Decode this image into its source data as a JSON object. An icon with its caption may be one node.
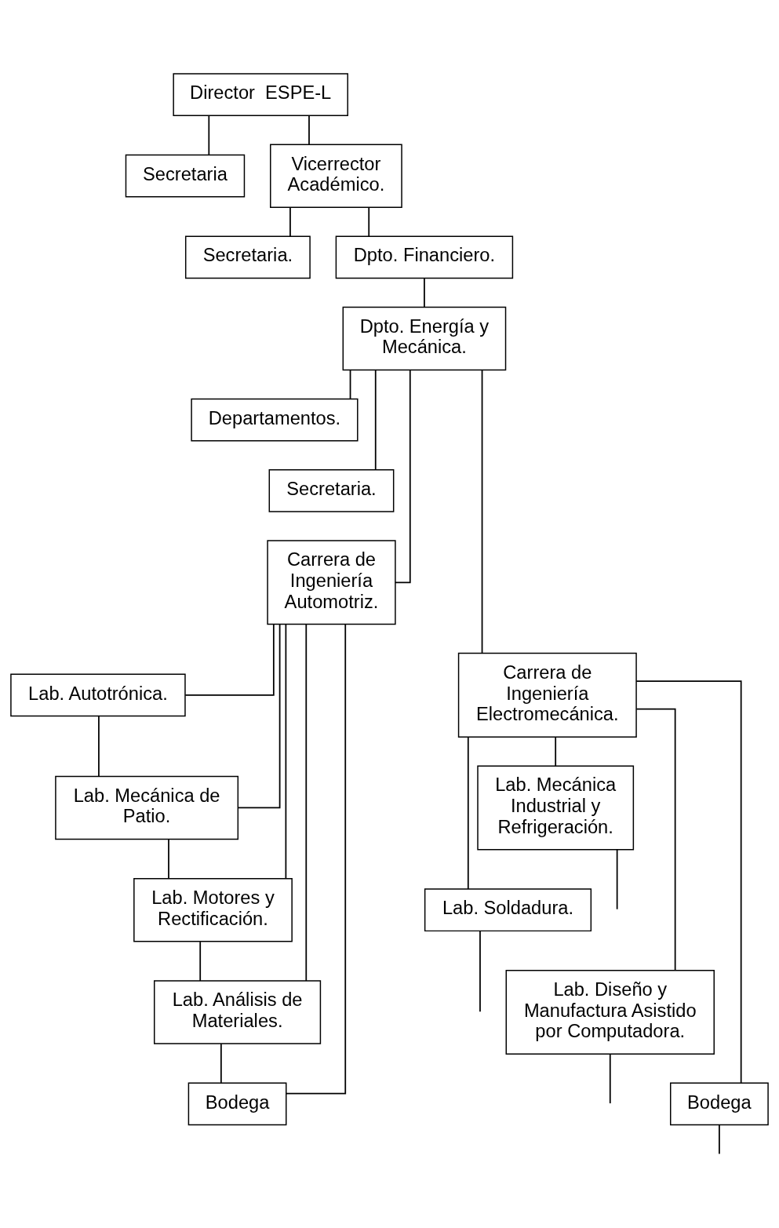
{
  "diagram": {
    "nodes": [
      {
        "text": [
          "Director  ESPE-L"
        ]
      },
      {
        "text": [
          "Secretaria"
        ]
      },
      {
        "text": [
          "Vicerrector  Académico."
        ]
      },
      {
        "text": [
          "Secretaria."
        ]
      },
      {
        "text": [
          "Dpto. Financiero."
        ]
      },
      {
        "text": [
          "Dpto. Energía y Mecánica."
        ]
      },
      {
        "text": [
          "Departamentos."
        ]
      },
      {
        "text": [
          "Secretaria."
        ]
      },
      {
        "text": [
          "Carrera de Ingeniería Automotriz."
        ]
      },
      {
        "text": [
          "Lab. Autotrónica."
        ]
      },
      {
        "text": [
          "Lab. Mecánica de Patio."
        ]
      },
      {
        "text": [
          "Lab. Motores y Rectificación."
        ]
      },
      {
        "text": [
          "Lab. Análisis de Materiales."
        ]
      },
      {
        "text": [
          "Bodega"
        ]
      },
      {
        "text": [
          "Carrera de Ingeniería Electromecánica."
        ]
      },
      {
        "text": [
          "Lab. Mecánica Industrial y Refrigeración."
        ]
      },
      {
        "text": [
          "Lab. Soldadura."
        ]
      },
      {
        "text": [
          "Lab. Diseño y Manufactura Asistido por Computadora."
        ]
      },
      {
        "text": [
          "Bodega"
        ]
      }
    ],
    "edges": [
      {
        "from": 0,
        "to": 1,
        "arrow": "none"
      },
      {
        "from": 0,
        "to": 2,
        "arrow": "none"
      },
      {
        "from": 2,
        "to": 3,
        "arrow": "none"
      },
      {
        "from": 2,
        "to": 4,
        "arrow": "none"
      },
      {
        "from": 4,
        "to": 5,
        "arrow": "none"
      },
      {
        "from": 5,
        "to": 6,
        "arrow": "none"
      },
      {
        "from": 5,
        "to": 7,
        "arrow": "none"
      },
      {
        "from": 5,
        "to": 8,
        "arrow": "none"
      },
      {
        "from": 5,
        "to": 14,
        "arrow": "none"
      },
      {
        "from": 8,
        "to": 9,
        "arrow": "none"
      },
      {
        "from": 8,
        "to": 10,
        "arrow": "none"
      },
      {
        "from": 8,
        "to": 11,
        "arrow": "none"
      },
      {
        "from": 8,
        "to": 12,
        "arrow": "none"
      },
      {
        "from": 8,
        "to": 13,
        "arrow": "none"
      },
      {
        "from": 9,
        "to": 10,
        "arrow": "none"
      },
      {
        "from": 10,
        "to": 11,
        "arrow": "none"
      },
      {
        "from": 11,
        "to": 12,
        "arrow": "none"
      },
      {
        "from": 12,
        "to": 13,
        "arrow": "none"
      },
      {
        "from": 14,
        "to": 15,
        "arrow": "none"
      },
      {
        "from": 14,
        "to": 16,
        "arrow": "none"
      },
      {
        "from": 14,
        "to": 17,
        "arrow": "none"
      },
      {
        "from": 14,
        "to": 18,
        "arrow": "none"
      },
      {
        "from": 15,
        "to": null,
        "arrow": "none"
      },
      {
        "from": 16,
        "to": null,
        "arrow": "none"
      },
      {
        "from": 17,
        "to": null,
        "arrow": "none"
      },
      {
        "from": 18,
        "to": null,
        "arrow": "none"
      }
    ]
  }
}
